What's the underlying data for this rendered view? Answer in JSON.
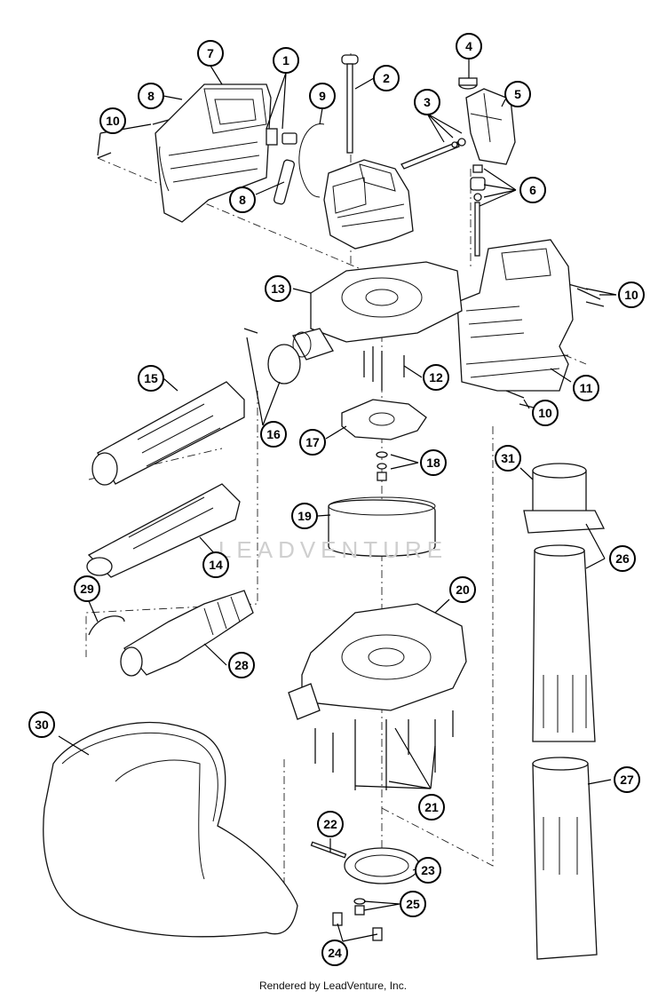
{
  "watermark": "LEADVENTURE",
  "footer": "Rendered by LeadVenture, Inc.",
  "callouts": [
    "1",
    "2",
    "3",
    "4",
    "5",
    "6",
    "7",
    "8",
    "8",
    "9",
    "10",
    "10",
    "10",
    "11",
    "12",
    "13",
    "14",
    "15",
    "16",
    "17",
    "18",
    "19",
    "20",
    "21",
    "22",
    "23",
    "24",
    "25",
    "26",
    "27",
    "28",
    "29",
    "30",
    "31"
  ]
}
